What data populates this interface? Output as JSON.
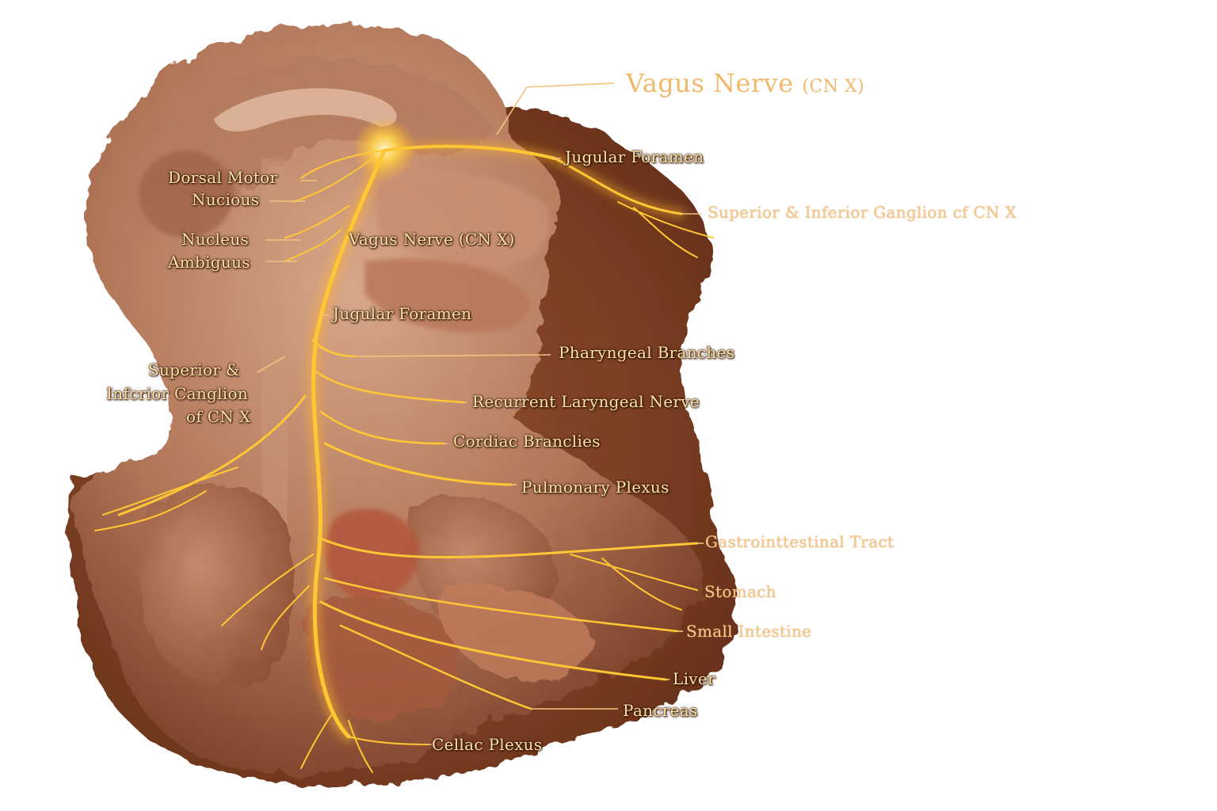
{
  "title": {
    "main": "Vagus Nerve",
    "sub": "(CN X)"
  },
  "labels": {
    "jugular_foramen_top": "Jugular Foramen",
    "superior_inferior_ganglion_right": "Superior & Inferior Ganglion cf CN X",
    "dorsal_motor_1": "Dorsal Motor",
    "dorsal_motor_2": "Nucious",
    "nucleus_ambiguus_1": "Nucleus",
    "nucleus_ambiguus_2": "Ambiguus",
    "vagus_nerve_inner": "Vagus Nerve (CN X)",
    "jugular_foramen_inner": "Jugular Foramen",
    "ganglion_left_1": "Superior &",
    "ganglion_left_2": "Infcrior Canglion",
    "ganglion_left_3": "of CN X",
    "pharyngeal_branches": "Pharyngeal Branches",
    "recurrent_laryngeal": "Recurrent Laryngeal Nerve",
    "cardiac_branches": "Cordiac Branclies",
    "pulmonary_plexus": "Pulmonary Plexus",
    "gastrointestinal_tract": "Gastrointtestinal Tract",
    "stomach": "Stomach",
    "small_intestine": "Small Intestine",
    "liver": "Liver",
    "pancreas": "Pancreas",
    "celiac_plexus": "Cellac Plexus"
  },
  "colors": {
    "nerve": "#ffc733",
    "nerve_glow": "#ffdb6e",
    "tissue_dark": "#6b3520",
    "tissue_mid": "#a5674a",
    "tissue_light": "#d9a684",
    "label_text": "#fbe2a6",
    "title_text": "#f1b86a"
  }
}
